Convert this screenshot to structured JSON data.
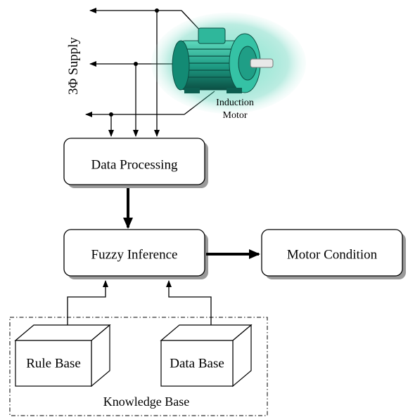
{
  "supply": {
    "label": "3Φ Supply"
  },
  "motor": {
    "label_line1": "Induction",
    "label_line2": "Motor"
  },
  "blocks": {
    "data_processing": "Data Processing",
    "fuzzy_inference": "Fuzzy Inference",
    "motor_condition": "Motor Condition",
    "rule_base": "Rule Base",
    "data_base": "Data Base"
  },
  "knowledge_base": {
    "label": "Knowledge Base"
  },
  "colors": {
    "stroke": "#000000",
    "box_fill": "#ffffff",
    "shadow": "#9a9a9a",
    "motor_body": "#1f9e86",
    "motor_dark": "#0d5e50",
    "motor_light": "#7fe3cc"
  }
}
